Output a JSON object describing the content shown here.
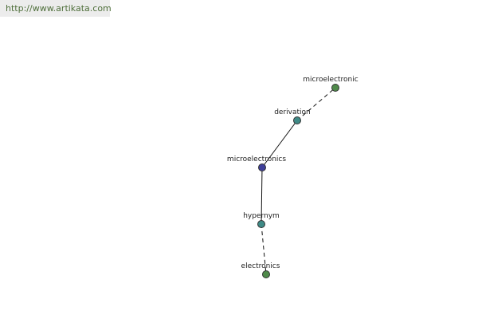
{
  "source": {
    "url_text": "http://www.artikata.com"
  },
  "graph": {
    "colors": {
      "center": "#3f3f99",
      "relation": "#3f8a86",
      "word": "#4f8a4a"
    },
    "nodes": [
      {
        "id": "microelectronic",
        "label": "microelectronic",
        "kind": "word"
      },
      {
        "id": "derivation",
        "label": "derivation",
        "kind": "relation"
      },
      {
        "id": "microelectronics",
        "label": "microelectronics",
        "kind": "center"
      },
      {
        "id": "hypernym",
        "label": "hypernym",
        "kind": "relation"
      },
      {
        "id": "electronics",
        "label": "electronics",
        "kind": "word"
      }
    ],
    "edges": [
      {
        "from": "derivation",
        "to": "microelectronic",
        "style": "dashed"
      },
      {
        "from": "microelectronics",
        "to": "derivation",
        "style": "solid"
      },
      {
        "from": "microelectronics",
        "to": "hypernym",
        "style": "solid"
      },
      {
        "from": "hypernym",
        "to": "electronics",
        "style": "dashed"
      }
    ]
  }
}
